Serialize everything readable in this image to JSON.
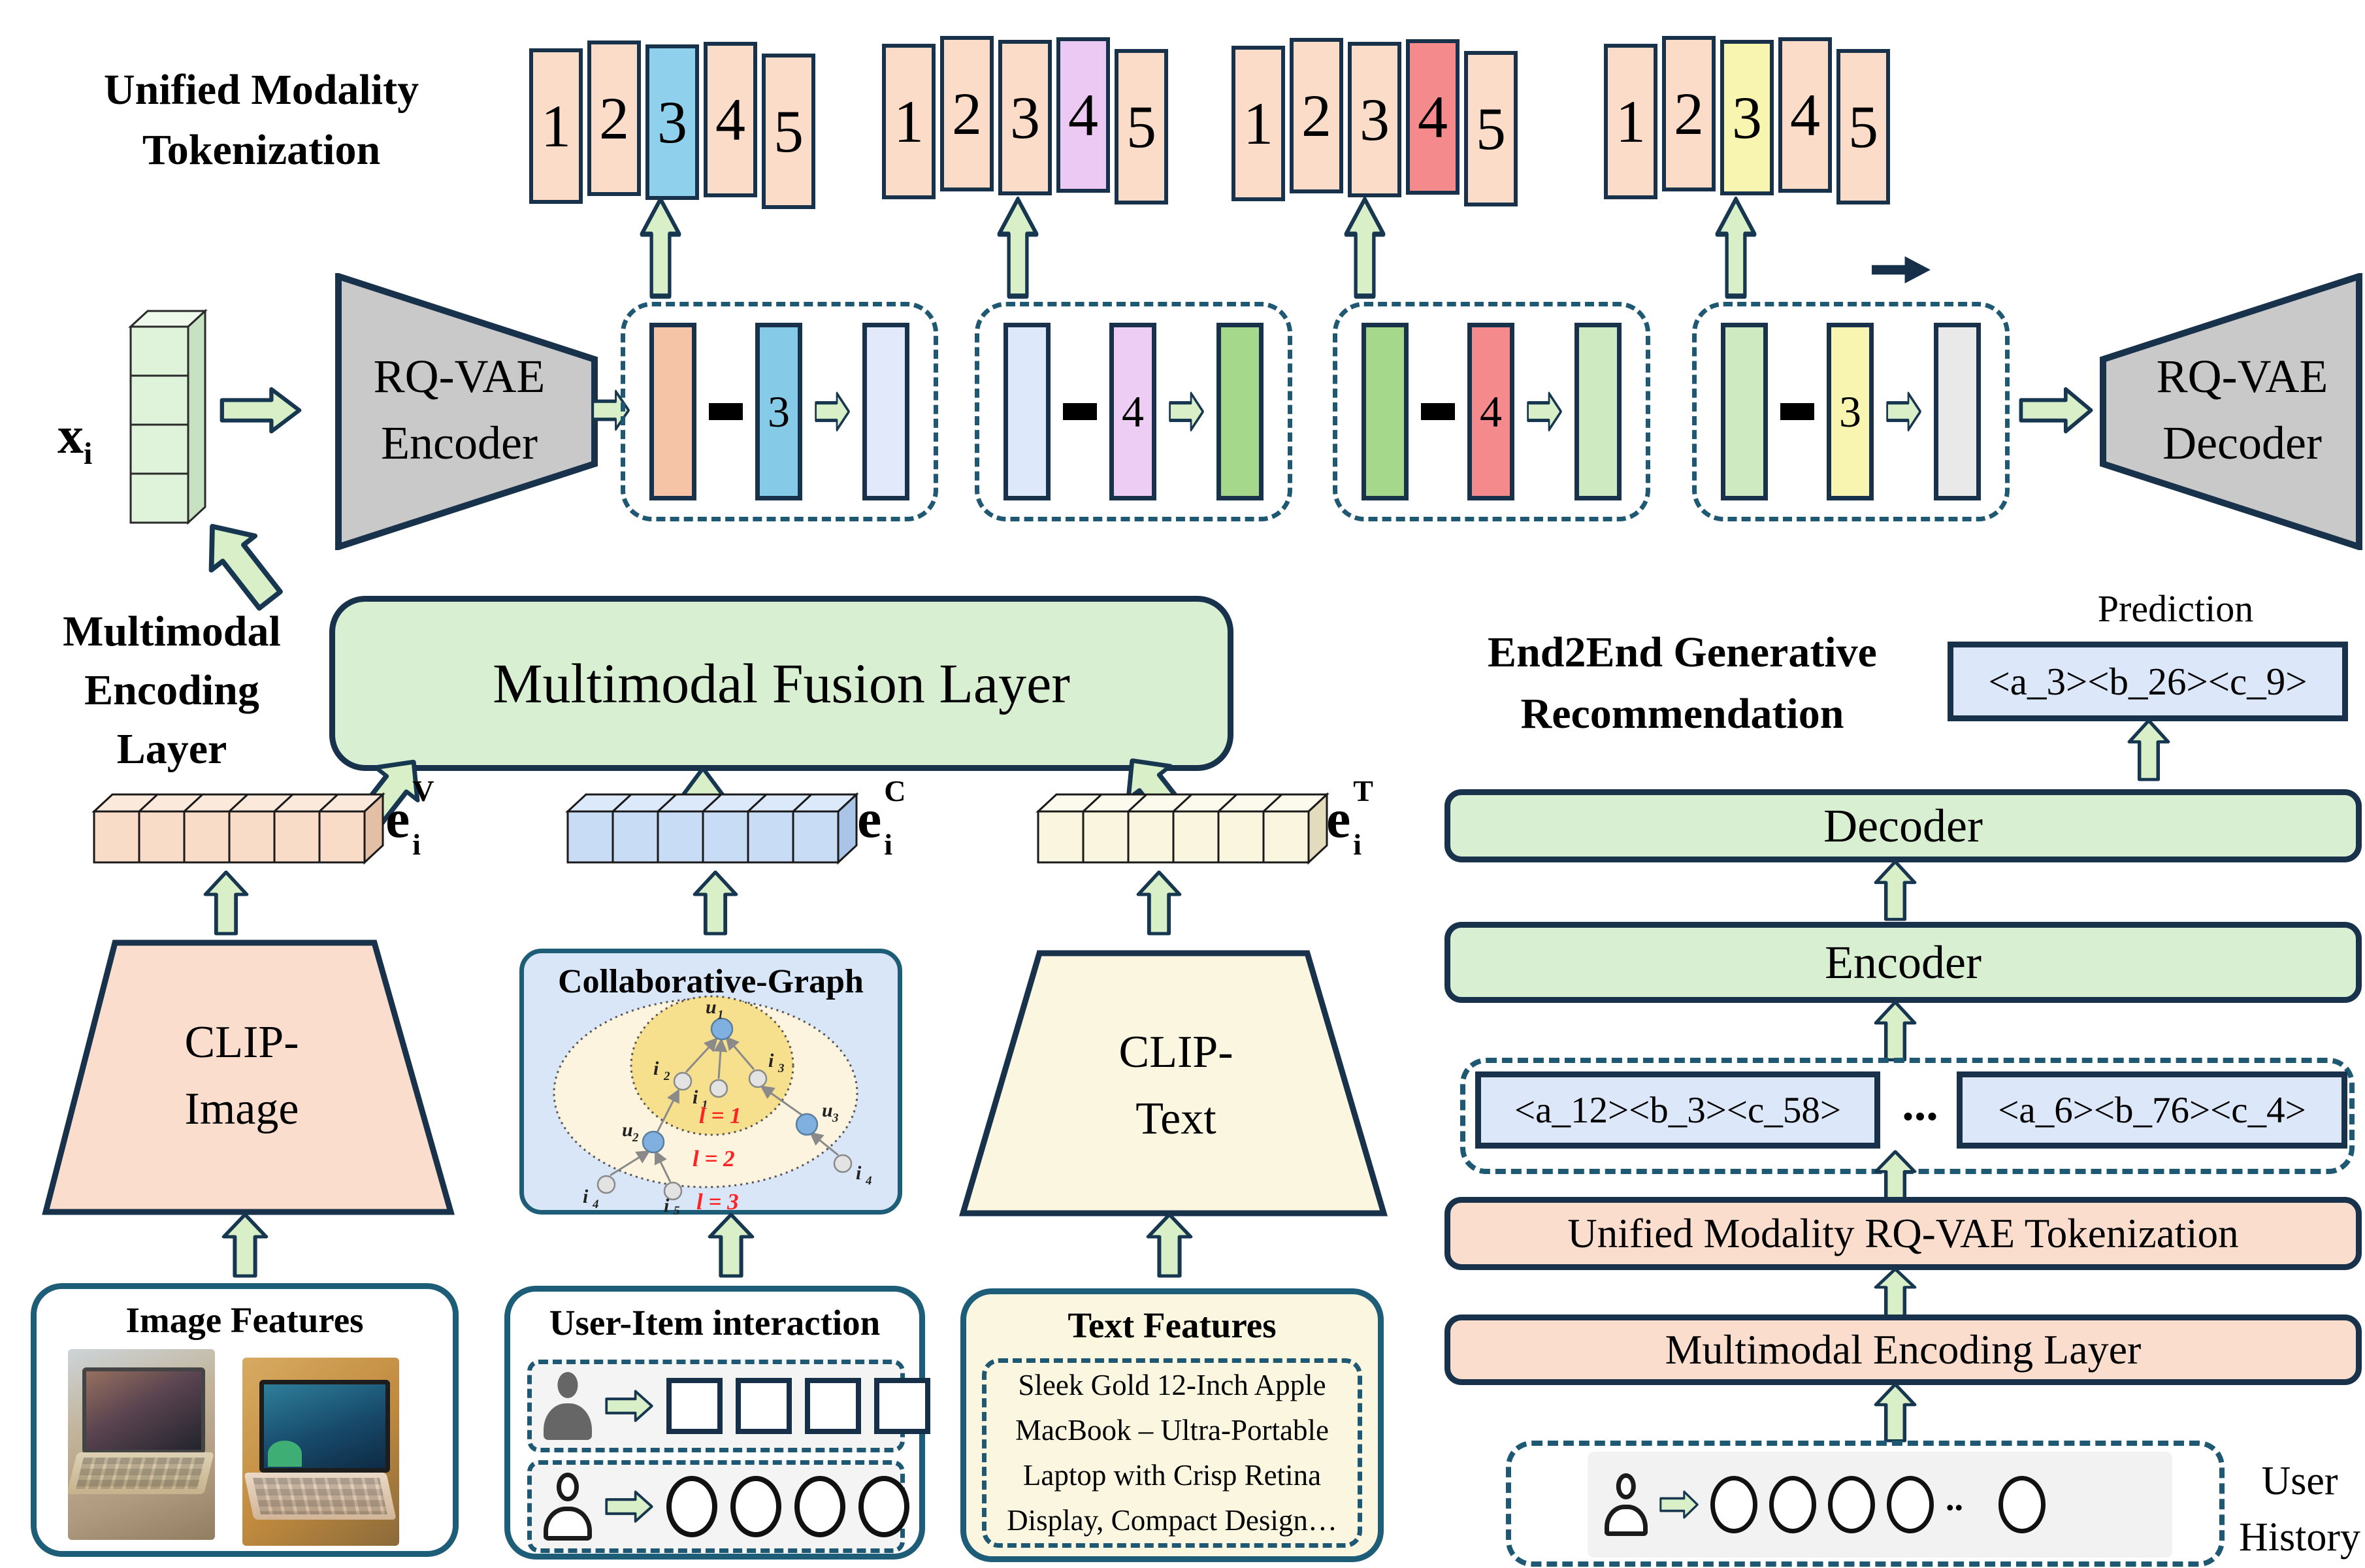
{
  "colors": {
    "border_navy": "#18324B",
    "border_teal_dashed": "#1F5873",
    "arrow_green": "#D9EFC8",
    "token_peach": "#FADCC8",
    "token_blue": "#8FD0EC",
    "token_purple": "#EBC9F2",
    "token_red": "#F48A8C",
    "token_yellow": "#F7F5B0",
    "trapezoid_gray": "#C9C9C9",
    "fusion_green": "#D9EFD2",
    "bar_pink": "#FBDDCD",
    "token_seq_blue": "#DCE8FA",
    "clip_image_fill": "#FBDDCD",
    "clip_text_fill": "#FBF6E0",
    "collab_fill": "#D9E6F8"
  },
  "tokenization": {
    "title1": "Unified Modality",
    "title2": "Tokenization",
    "groups": [
      {
        "t": [
          "1",
          "2",
          "3",
          "4",
          "5"
        ],
        "highlighted": "3",
        "highlight_color": "#8FD0EC"
      },
      {
        "t": [
          "1",
          "2",
          "3",
          "4",
          "5"
        ],
        "highlighted": "4",
        "highlight_color": "#EBC9F2"
      },
      {
        "t": [
          "1",
          "2",
          "3",
          "4",
          "5"
        ],
        "highlighted": "4",
        "highlight_color": "#F48A8C"
      },
      {
        "t": [
          "1",
          "2",
          "3",
          "4",
          "5"
        ],
        "highlighted": "3",
        "highlight_color": "#F7F5B0"
      }
    ]
  },
  "rq": {
    "enc1": "RQ-VAE",
    "enc2": "Encoder",
    "dec1": "RQ-VAE",
    "dec2": "Decoder",
    "x": "x",
    "xsub": "i",
    "codes": [
      "3",
      "4",
      "4",
      "3"
    ]
  },
  "encoding": {
    "l1": "Multimodal",
    "l2": "Encoding",
    "l3": "Layer",
    "fusion": "Multimodal Fusion Layer",
    "emb": [
      {
        "b": "e",
        "sup": "V",
        "sub": "i"
      },
      {
        "b": "e",
        "sup": "C",
        "sub": "i"
      },
      {
        "b": "e",
        "sup": "T",
        "sub": "i"
      }
    ],
    "clip_image1": "CLIP-",
    "clip_image2": "Image",
    "clip_text1": "CLIP-",
    "clip_text2": "Text"
  },
  "graph": {
    "title": "Collaborative-Graph",
    "lvl1": "l = 1",
    "lvl2": "l = 2",
    "lvl3": "l = 3",
    "nodes": [
      {
        "b": "u",
        "s": "1"
      },
      {
        "b": "i",
        "s": "2"
      },
      {
        "b": "i",
        "s": "1"
      },
      {
        "b": "i",
        "s": "3"
      },
      {
        "b": "u",
        "s": "2"
      },
      {
        "b": "u",
        "s": "3"
      },
      {
        "b": "i",
        "s": "4"
      },
      {
        "b": "i",
        "s": "5"
      },
      {
        "b": "i",
        "s": "4"
      }
    ]
  },
  "sources": {
    "image_title": "Image Features",
    "ui_title": "User-Item interaction",
    "text_title": "Text Features",
    "text_lines": [
      "Sleek Gold 12-Inch Apple",
      "MacBook – Ultra-Portable",
      "Laptop with Crisp Retina",
      "Display, Compact Design…"
    ]
  },
  "gen": {
    "t1": "End2End Generative",
    "t2": "Recommendation",
    "pred_label": "Prediction",
    "pred": "<a_3><b_26><c_9>",
    "dec": "Decoder",
    "enc": "Encoder",
    "seqA": "<a_12><b_3><c_58>",
    "dots": "...",
    "seqB": "<a_6><b_76><c_4>",
    "bar1": "Unified Modality RQ-VAE Tokenization",
    "bar2": "Multimodal Encoding Layer",
    "uh1": "User",
    "uh2": "History",
    "hdots": ".."
  }
}
